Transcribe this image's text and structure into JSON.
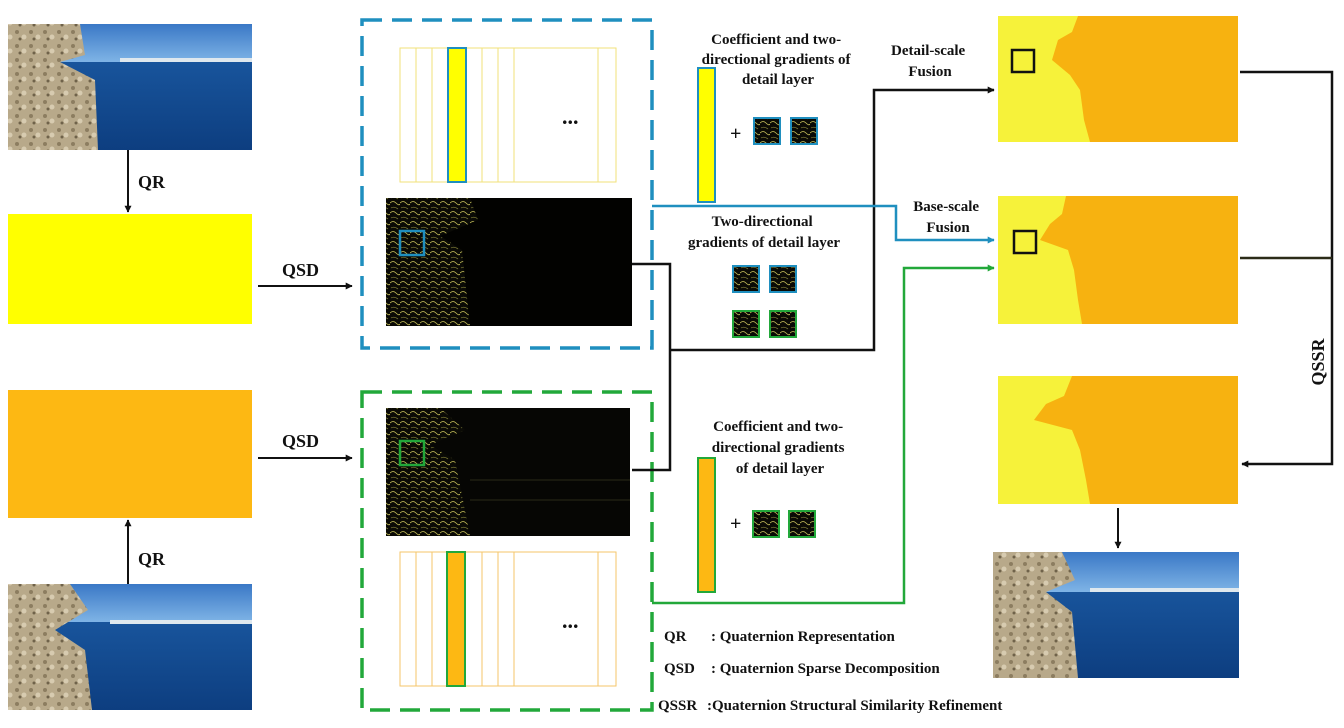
{
  "colors": {
    "blue_frame": "#1f8fbf",
    "green_frame": "#22a83a",
    "yellow": "#ffff00",
    "orange": "#fdb813",
    "fusion_yellow": "#f6f23a",
    "fusion_orange": "#f7b210",
    "black": "#111111"
  },
  "labels": {
    "qr_top": "QR",
    "qr_bottom": "QR",
    "qsd_top": "QSD",
    "qsd_bottom": "QSD",
    "qssr": "QSSR",
    "ellipsis_top": "...",
    "ellipsis_bottom": "...",
    "plus_top": "+",
    "plus_bottom": "+"
  },
  "captions": {
    "coef_top": [
      "Coefficient and two-",
      "directional gradients of",
      "detail layer"
    ],
    "two_dir": [
      "Two-directional",
      "gradients of detail layer"
    ],
    "coef_bottom": [
      "Coefficient and two-",
      "directional gradients",
      "of detail layer"
    ],
    "detail_fusion": [
      "Detail-scale",
      "Fusion"
    ],
    "base_fusion": [
      "Base-scale",
      "Fusion"
    ]
  },
  "legend": [
    {
      "abbr": "QR",
      "text": ": Quaternion Representation"
    },
    {
      "abbr": "QSD",
      "text": ": Quaternion Sparse Decomposition"
    },
    {
      "abbr": "QSSR",
      "text": ":Quaternion Structural Similarity Refinement"
    }
  ]
}
